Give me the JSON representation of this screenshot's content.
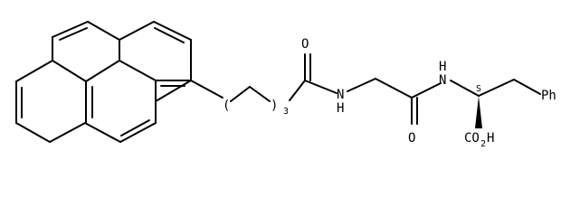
{
  "structure": {
    "atoms": {
      "carbonyl_oxygen_1": "O",
      "amide_n_1": "N",
      "amide_h_1": "H",
      "carbonyl_oxygen_2": "O",
      "amide_n_2": "N",
      "amide_h_2": "H",
      "stereo_descriptor": "S",
      "phenyl": "Ph",
      "carboxyl": "CO",
      "carboxyl_subscript": "2",
      "carboxyl_h": "H"
    },
    "chain": {
      "open_paren": "(",
      "close_paren": ")",
      "repeat_count": "3"
    }
  },
  "colors": {
    "ink": "#000000",
    "background": "#ffffff"
  }
}
